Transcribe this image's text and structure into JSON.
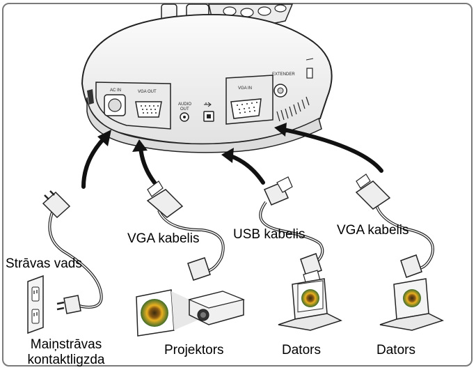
{
  "labels": {
    "power_cord": "Strāvas vads",
    "vga_cable_left": "VGA kabelis",
    "usb_cable": "USB kabelis",
    "vga_cable_right": "VGA kabelis",
    "outlet_line1": "Maiņstrāvas",
    "outlet_line2": "kontaktligzda",
    "projector": "Projektors",
    "computer_left": "Dators",
    "computer_right": "Dators"
  },
  "ports": {
    "ac_in": "AC IN",
    "vga_out": "VGA OUT",
    "audio_out_1": "AUDIO",
    "audio_out_2": "OUT",
    "vga_in": "VGA IN",
    "extender": "EXTENDER"
  },
  "colors": {
    "frame": "#7a7a7a",
    "line": "#222222",
    "device_fill": "#f2f2f2",
    "shade": "#d6d6d6",
    "arrow": "#111111"
  }
}
